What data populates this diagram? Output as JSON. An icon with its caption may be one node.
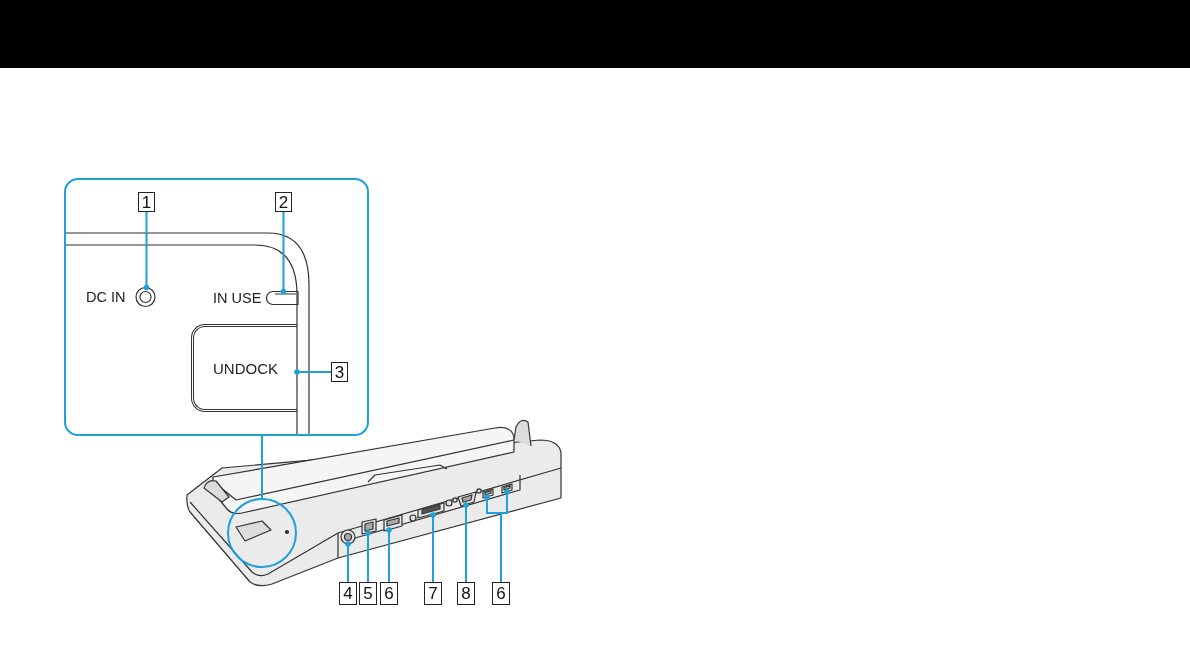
{
  "diagram": {
    "nodes": [
      {
        "text": [],
        "shape": "box"
      },
      {
        "text": [
          "1"
        ],
        "in": 0
      },
      {
        "text": [
          "2"
        ],
        "in": 0
      },
      {
        "text": [],
        "shape": "circle",
        "beside": [
          "DC IN"
        ],
        "in": 0
      },
      {
        "text": [],
        "shape": "bar",
        "beside": [
          "IN USE"
        ],
        "in": 0
      },
      {
        "text": [
          "UNDOCK"
        ],
        "in": 0
      },
      {
        "text": [
          "3"
        ],
        "in": 0
      },
      {
        "text": [],
        "shape": "picture"
      },
      {
        "text": [],
        "shape": "circle",
        "in": 7
      },
      {
        "text": [],
        "shape": "circle",
        "in": 7
      },
      {
        "text": [],
        "shape": "box",
        "in": 7
      },
      {
        "text": [],
        "shape": "box",
        "in": 7
      },
      {
        "text": [],
        "shape": "box",
        "in": 7
      },
      {
        "text": [],
        "shape": "box",
        "in": 7
      },
      {
        "text": [],
        "shape": "box",
        "in": 7
      },
      {
        "text": [],
        "shape": "box",
        "in": 7
      },
      {
        "text": [
          "4"
        ]
      },
      {
        "text": [
          "5"
        ]
      },
      {
        "text": [
          "6"
        ]
      },
      {
        "text": [
          "7"
        ]
      },
      {
        "text": [
          "8"
        ]
      },
      {
        "text": [
          "6"
        ]
      }
    ],
    "edges": [
      {
        "from": 1,
        "to": 3,
        "arrow": "other"
      },
      {
        "from": 2,
        "to": 4,
        "arrow": "other"
      },
      {
        "from": 6,
        "to": 5,
        "arrow": "other"
      },
      {
        "from": 0,
        "to": 8,
        "arrow": "none"
      },
      {
        "from": 16,
        "to": 9,
        "arrow": "other"
      },
      {
        "from": 17,
        "to": 10,
        "arrow": "other"
      },
      {
        "from": 18,
        "to": 11,
        "arrow": "other"
      },
      {
        "from": 19,
        "to": 12,
        "arrow": "other"
      },
      {
        "from": 20,
        "to": 13,
        "arrow": "other"
      },
      {
        "from": 21,
        "to": 14,
        "arrow": "other"
      },
      {
        "from": 21,
        "to": 15,
        "arrow": "other"
      }
    ]
  }
}
